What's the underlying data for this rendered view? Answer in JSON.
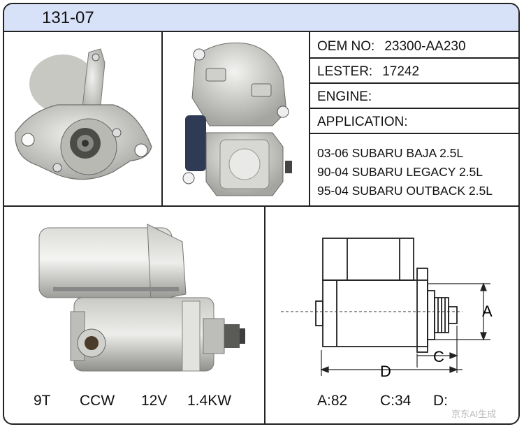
{
  "header": {
    "part_number": "131-07"
  },
  "specs": [
    {
      "label": "OEM NO:",
      "value": "23300-AA230"
    },
    {
      "label": "LESTER:",
      "value": "17242"
    },
    {
      "label": "ENGINE:",
      "value": ""
    },
    {
      "label": "APPLICATION:",
      "value": ""
    }
  ],
  "applications": [
    "03-06 SUBARU BAJA 2.5L",
    "90-04 SUBARU LEGACY 2.5L",
    "95-04 SUBARU OUTBACK 2.5L"
  ],
  "bottom_left": {
    "teeth": "9T",
    "rotation": "CCW",
    "voltage": "12V",
    "power": "1.4KW"
  },
  "bottom_right": {
    "a": "A:82",
    "c": "C:34",
    "d": "D:"
  },
  "drawing": {
    "label_a": "A",
    "label_c": "C",
    "label_d": "D"
  },
  "watermark": "京东AI生成"
}
